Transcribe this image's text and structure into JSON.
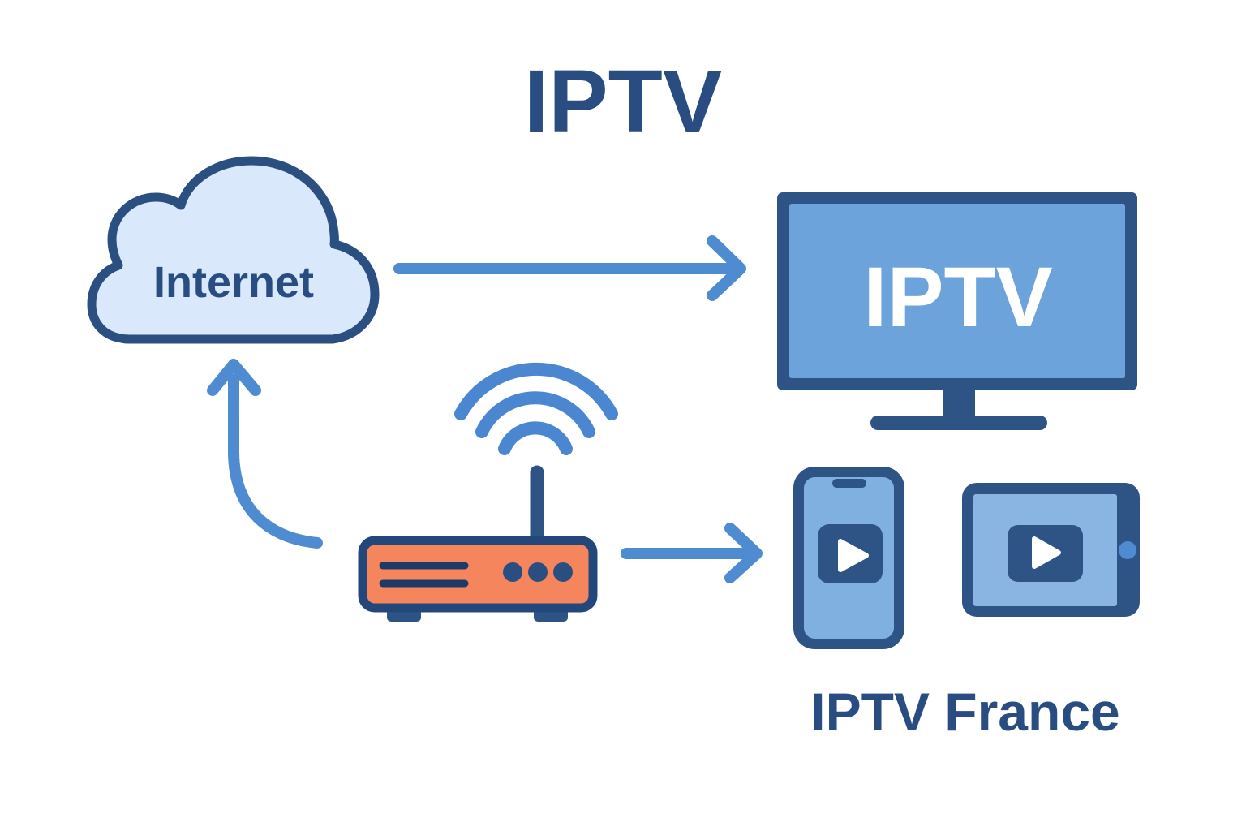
{
  "title": "IPTV",
  "cloud": {
    "label": "Internet"
  },
  "tv": {
    "label": "IPTV"
  },
  "devices": {
    "caption": "IPTV France"
  },
  "icons": {
    "cloud": "internet-cloud-icon",
    "wifi": "wifi-signal-icon",
    "router": "router-icon",
    "antenna": "router-antenna",
    "tv": "tv-icon",
    "smartphone": "smartphone-icon",
    "tablet": "tablet-icon",
    "play": "play-icon",
    "arrows": [
      "arrow-cloud-to-tv",
      "arrow-router-to-cloud",
      "arrow-router-to-devices"
    ]
  },
  "colors": {
    "navy-text": "#294d80",
    "frame-navy": "#2e5485",
    "outline-navy": "#24477b",
    "detail-navy": "#1e3a66",
    "dot-navy": "#2b4e80",
    "cloud-fill": "#d9e9fb",
    "cloud-border": "#2b4f80",
    "arrow-blue": "#4e8bd1",
    "wifi-blue": "#4a87d0",
    "tv-screen": "#6ca3da",
    "phone-screen": "#7fb0e0",
    "tablet-screen": "#8ab5e2",
    "router-orange": "#f5855d",
    "screen-text": "#ffffff",
    "background": "#ffffff"
  }
}
